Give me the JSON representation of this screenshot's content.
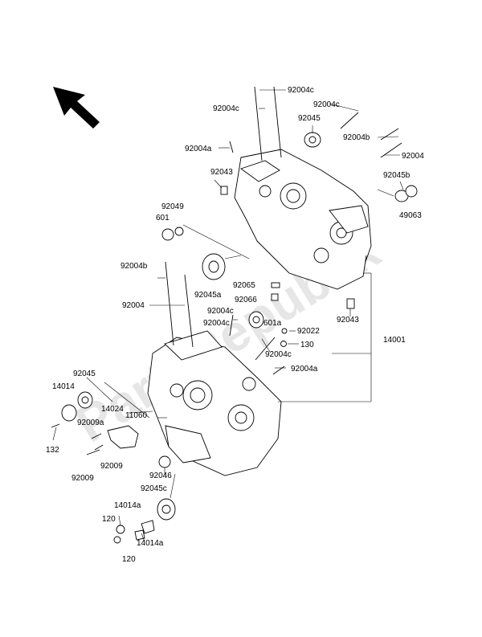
{
  "watermark": "PartsRepublik",
  "labels": {
    "l_92004c_a": "92004c",
    "l_92004c_b": "92004c",
    "l_92004c_c": "92004c",
    "l_92045_top": "92045",
    "l_92004b_top": "92004b",
    "l_92004a_top": "92004a",
    "l_92004_top": "92004",
    "l_92043_top": "92043",
    "l_92045b": "92045b",
    "l_92049": "92049",
    "l_601": "601",
    "l_49063": "49063",
    "l_92004b_mid": "92004b",
    "l_92065": "92065",
    "l_92045a": "92045a",
    "l_92066": "92066",
    "l_92004_mid": "92004",
    "l_92004c_d": "92004c",
    "l_92004c_e": "92004c",
    "l_92043_mid": "92043",
    "l_601a": "601a",
    "l_92022": "92022",
    "l_130": "130",
    "l_14001": "14001",
    "l_92004c_f": "92004c",
    "l_92004a_mid": "92004a",
    "l_92045_left": "92045",
    "l_14014": "14014",
    "l_14024": "14024",
    "l_11060": "11060",
    "l_92009a": "92009a",
    "l_132": "132",
    "l_92009_a": "92009",
    "l_92009_b": "92009",
    "l_92046": "92046",
    "l_92045c": "92045c",
    "l_14014a_a": "14014a",
    "l_120_a": "120",
    "l_14014a_b": "14014a",
    "l_120_b": "120"
  }
}
